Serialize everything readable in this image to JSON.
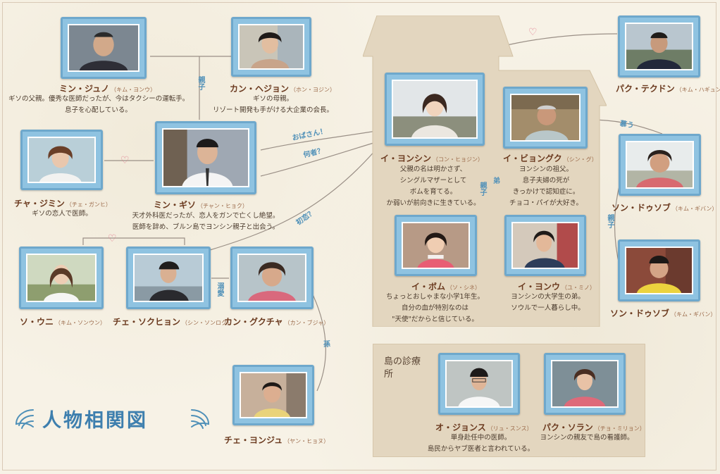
{
  "title": "人物相関図",
  "clinic_label": "島の診療所",
  "relations": {
    "parent_child_top": "親子",
    "obasan": "おばさん！",
    "nanimono": "何者？",
    "hatsukoi": "初恋？",
    "dekiai": "溺愛",
    "mago": "孫",
    "oyako_yongsin": "親子",
    "otouto": "弟",
    "omou": "慕う",
    "oyako_son": "親子"
  },
  "characters": [
    {
      "id": "jun-no",
      "name": "ミン・ジュノ",
      "yomi": "（キム・ヨンウ）",
      "desc": [
        "ギソの父親。優秀な医師だったが、今はタクシーの運転手。",
        "息子を心配している。"
      ]
    },
    {
      "id": "hejon",
      "name": "カン・ヘジョン",
      "yomi": "（ホン・ヨジン）",
      "desc": [
        "ギソの母親。",
        "リゾート開発も手がける大企業の会長。"
      ]
    },
    {
      "id": "jimin",
      "name": "チャ・ジミン",
      "yomi": "（チェ・ガンヒ）",
      "desc": [
        "ギソの恋人で医師。"
      ]
    },
    {
      "id": "giso",
      "name": "ミン・ギソ",
      "yomi": "（チャン・ヒョク）",
      "desc": [
        "天才外科医だったが、恋人をガンで亡くし絶望。",
        "医師を辞め、ブルン島でヨンシン親子と出会う。"
      ]
    },
    {
      "id": "uni",
      "name": "ソ・ウニ",
      "yomi": "（キム・ソンウン）",
      "desc": []
    },
    {
      "id": "sokuhyon",
      "name": "チェ・ソクヒョン",
      "yomi": "（シン・ソンロク）",
      "desc": []
    },
    {
      "id": "gukucha",
      "name": "カン・グクチャ",
      "yomi": "（カン・ブジャ）",
      "desc": []
    },
    {
      "id": "yonju",
      "name": "チェ・ヨンジュ",
      "yomi": "（ヤン・ヒョヌ）",
      "desc": []
    },
    {
      "id": "yongsin",
      "name": "イ・ヨンシン",
      "yomi": "（コン・ヒョジン）",
      "desc": [
        "父親の名は明かさず、",
        "シングルマザーとして",
        "ボムを育てる。",
        "か弱いが前向きに生きている。"
      ]
    },
    {
      "id": "byongu",
      "name": "イ・ビョングク",
      "yomi": "（シン・グ）",
      "desc": [
        "ヨンシンの祖父。",
        "息子夫婦の死が",
        "きっかけで認知症に。",
        "チョコ・パイが大好き。"
      ]
    },
    {
      "id": "bom",
      "name": "イ・ボム",
      "yomi": "（ソ・シネ）",
      "desc": [
        "ちょっとおしゃまな小学1年生。",
        "自分の血が特別なのは",
        "\"天使\"だからと信じている。"
      ]
    },
    {
      "id": "yonu",
      "name": "イ・ヨンウ",
      "yomi": "（ユ・ミノ）",
      "desc": [
        "ヨンシンの大学生の弟。",
        "ソウルで一人暮らし中。"
      ]
    },
    {
      "id": "tekudon",
      "name": "パク・テクドン",
      "yomi": "（キム・ハギュン）",
      "desc": []
    },
    {
      "id": "dusobu1",
      "name": "ソン・ドゥソブ",
      "yomi": "（キム・ギバン）",
      "desc": []
    },
    {
      "id": "dusobu2",
      "name": "ソン・ドゥソブ",
      "yomi": "（キム・ギバン）",
      "desc": []
    },
    {
      "id": "jonsu",
      "name": "オ・ジョンス",
      "yomi": "（リュ・スンス）",
      "desc": [
        "単身赴任中の医師。",
        "島民からヤブ医者と言われている。"
      ]
    },
    {
      "id": "soran",
      "name": "パク・ソラン",
      "yomi": "（チョ・ミリョン）",
      "desc": [
        "ヨンシンの親友で島の看護師。"
      ]
    }
  ],
  "colors": {
    "frame": "#8fc3e1",
    "name": "#6b3a1f",
    "accent": "#4f90b8",
    "heart": "#e07a8d",
    "panel": "#e3d6bf"
  }
}
